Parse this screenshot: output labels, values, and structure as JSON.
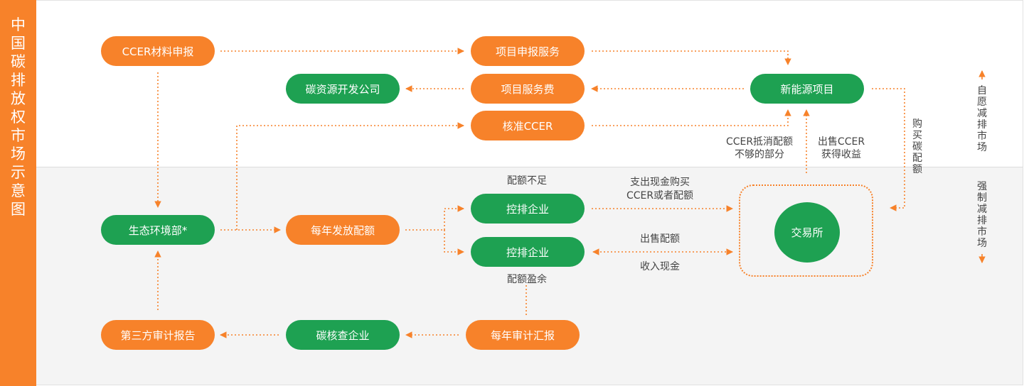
{
  "sidebar": {
    "title_chars": [
      "中",
      "国",
      "碳",
      "排",
      "放",
      "权",
      "市",
      "场",
      "示",
      "意",
      "图"
    ]
  },
  "nodes": {
    "ccer_material": "CCER材料申报",
    "project_service": "项目申报服务",
    "carbon_company": "碳资源开发公司",
    "project_fee": "项目服务费",
    "new_energy": "新能源项目",
    "verify_ccer": "核准CCER",
    "ecology_dept": "生态环境部*",
    "annual_quota": "每年发放配额",
    "emission_firm_1": "控排企业",
    "emission_firm_2": "控排企业",
    "exchange": "交易所",
    "third_party": "第三方审计报告",
    "carbon_verify": "碳核查企业",
    "annual_audit": "每年审计汇报"
  },
  "labels": {
    "quota_short": "配额不足",
    "quota_surplus": "配额盈余",
    "buy_line1": "支出现金购买",
    "buy_line2": "CCER或者配额",
    "sell_quota": "出售配额",
    "income_cash": "收入现金",
    "offset_line1": "CCER抵消配额",
    "offset_line2": "不够的部分",
    "sell_ccer_line1": "出售CCER",
    "sell_ccer_line2": "获得收益",
    "buy_carbon_quota": [
      "购",
      "买",
      "碳",
      "配",
      "额"
    ],
    "voluntary_market": [
      "自",
      "愿",
      "减",
      "排",
      "市",
      "场"
    ],
    "mandatory_market": [
      "强",
      "制",
      "减",
      "排",
      "市",
      "场"
    ]
  },
  "colors": {
    "accent": "#f7822a",
    "green": "#1ea152",
    "bottom_bg": "#f4f4f4"
  }
}
